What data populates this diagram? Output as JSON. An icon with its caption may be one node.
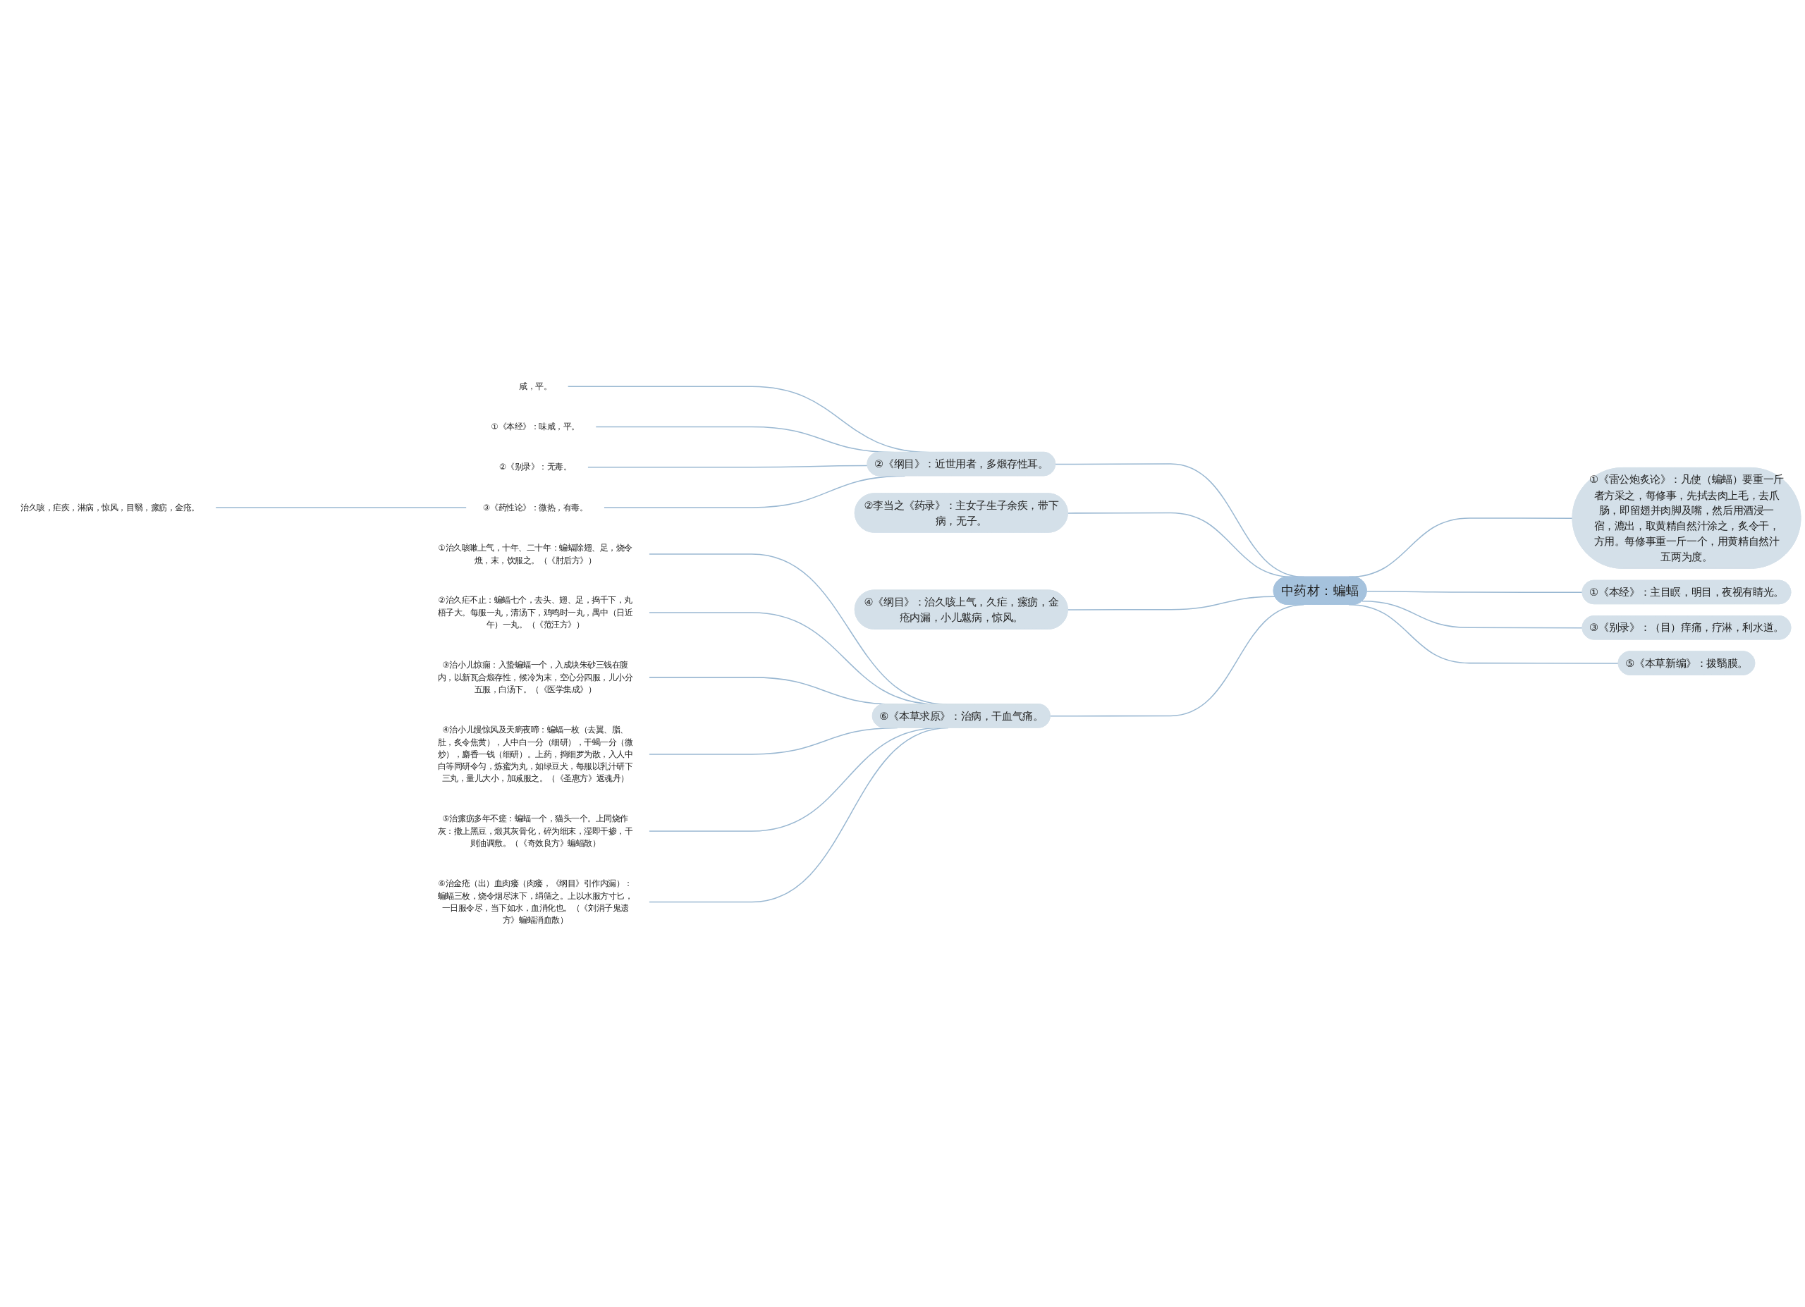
{
  "diagram": {
    "nodes": [
      {
        "text": [
          "中药材：蝙蝠"
        ]
      },
      {
        "text": [
          "②《纲目》：近世用者，多煅存性耳。"
        ]
      },
      {
        "text": [
          "咸，平。"
        ]
      },
      {
        "text": [
          "①《本经》：味咸，平。"
        ]
      },
      {
        "text": [
          "②《别录》：无毒。"
        ]
      },
      {
        "text": [
          "③《药性论》：微热，有毒。"
        ]
      },
      {
        "text": [
          "治久咳，疟疾，淋病，惊风，目翳，瘰疬，金疮。"
        ]
      },
      {
        "text": [
          "②李当之《药录》：主女子生子余疾，带下病，无子。"
        ]
      },
      {
        "text": [
          "④《纲目》：治久咳上气，久疟，瘰疬，金疮内漏，小儿魃病，惊风。"
        ]
      },
      {
        "text": [
          "⑥《本草求原》：治病，干血气痛。"
        ]
      },
      {
        "text": [
          "①治久咳嗽上气，十年、二十年：蝙蝠除翅、足，烧令燋，末，饮服之。（《肘后方》）"
        ]
      },
      {
        "text": [
          "②治久疟不止：蝙蝠七个，去头、翅、足，捣千下，丸梧子大。每服一丸，清汤下，鸡鸣时一丸，禺中（日近午）一丸。（《范汪方》）"
        ]
      },
      {
        "text": [
          "③治小儿惊痫：入蛰蝙蝠一个，入成块朱砂三钱在腹内，以新瓦合煅存性，候冷为末，空心分四服，儿小分五服，白汤下。（《医学集成》）"
        ]
      },
      {
        "text": [
          "④治小儿慢惊风及天瘹夜啼：蝙蝠一枚（去翼、脂、肚，炙令焦黄），人中白一分（细研），干蝎一分（微炒），麝香一钱（细研）。上药，捣细罗为散，入人中白等同研令匀，炼蜜为丸，如绿豆犬，每服以乳汁研下三丸，量儿大小，加减服之。（《圣惠方》返魂丹）"
        ]
      },
      {
        "text": [
          "⑤治瘰疬多年不瘥：蝙蝠一个，猫头一个。上同烧作灰：撒上黑豆，煅其灰骨化，碎为细末，湿即干掺，干则油调敷。（《奇效良方》蝙蝠散）"
        ]
      },
      {
        "text": [
          "⑥治金疮（出）血肉瘘（肉瘘，《纲目》引作内漏）：蝙蝠三枚，烧令烟尽沫下，绢筛之。上以水服方寸匕，一日服令尽，当下如水，血消化也。（《刘涓子鬼遗方》蝙蝠消血散）"
        ]
      },
      {
        "text": [
          "①《雷公炮炙论》：凡使（蝙蝠）要重一斤者方采之，每修事，先拭去肉上毛，去爪肠，即留翅并肉脚及嘴，然后用酒浸一宿，漉出，取黄精自然汁涂之，炙令干，方用。每修事重一斤一个，用黄精自然汁五两为度。"
        ]
      },
      {
        "text": [
          "①《本经》：主目瞑，明目，夜视有睛光。"
        ]
      },
      {
        "text": [
          "③《别录》：（目）痒痛，疗淋，利水道。"
        ]
      },
      {
        "text": [
          "⑤《本草新编》：拨翳膜。"
        ]
      }
    ],
    "edges": [
      {
        "from": 0,
        "to": 1,
        "arrow": "none"
      },
      {
        "from": 1,
        "to": 2,
        "arrow": "none"
      },
      {
        "from": 1,
        "to": 3,
        "arrow": "none"
      },
      {
        "from": 1,
        "to": 4,
        "arrow": "none"
      },
      {
        "from": 1,
        "to": 5,
        "arrow": "none"
      },
      {
        "from": 5,
        "to": 6,
        "arrow": "none"
      },
      {
        "from": 0,
        "to": 7,
        "arrow": "none"
      },
      {
        "from": 0,
        "to": 8,
        "arrow": "none"
      },
      {
        "from": 0,
        "to": 9,
        "arrow": "none"
      },
      {
        "from": 9,
        "to": 10,
        "arrow": "none"
      },
      {
        "from": 9,
        "to": 11,
        "arrow": "none"
      },
      {
        "from": 9,
        "to": 12,
        "arrow": "none"
      },
      {
        "from": 9,
        "to": 13,
        "arrow": "none"
      },
      {
        "from": 9,
        "to": 14,
        "arrow": "none"
      },
      {
        "from": 9,
        "to": 15,
        "arrow": "none"
      },
      {
        "from": 0,
        "to": 16,
        "arrow": "none"
      },
      {
        "from": 0,
        "to": 17,
        "arrow": "none"
      },
      {
        "from": 0,
        "to": 18,
        "arrow": "none"
      },
      {
        "from": 0,
        "to": 19,
        "arrow": "none"
      }
    ]
  }
}
